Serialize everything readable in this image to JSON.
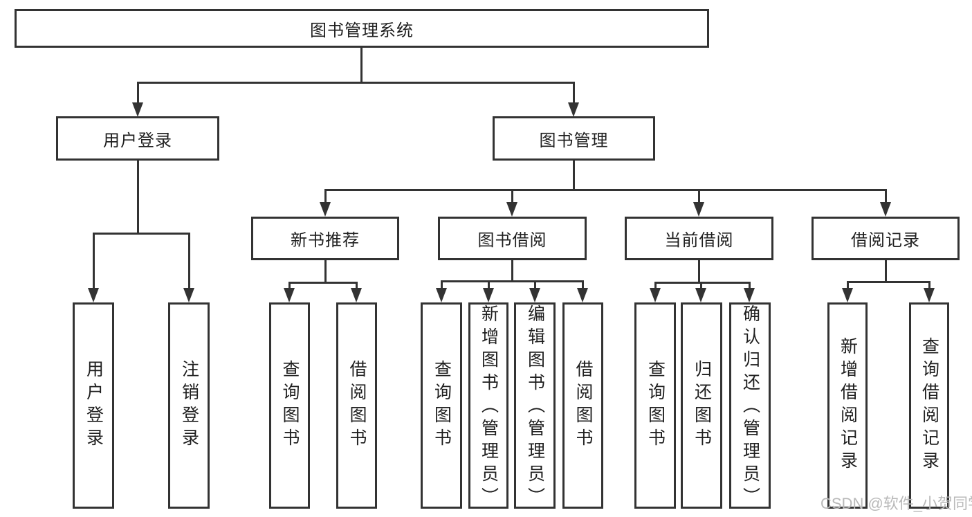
{
  "diagram": {
    "title": "图书管理系统",
    "watermark": "CSDN @软件_小贺同学",
    "colors": {
      "line": "#333333",
      "text": "#1f1f1f",
      "background": "#ffffff",
      "watermark": "#b9b9b9"
    },
    "root": {
      "label": "图书管理系统"
    },
    "level2": [
      {
        "label": "用户登录"
      },
      {
        "label": "图书管理"
      }
    ],
    "level3": [
      {
        "label": "新书推荐"
      },
      {
        "label": "图书借阅"
      },
      {
        "label": "当前借阅"
      },
      {
        "label": "借阅记录"
      }
    ],
    "leaves": {
      "user_login": [
        "用户登录",
        "注销登录"
      ],
      "new_books": [
        "查询图书",
        "借阅图书"
      ],
      "book_borrow": [
        "查询图书",
        "新增图书（管理员）",
        "编辑图书（管理员）",
        "借阅图书"
      ],
      "current_borrow": [
        "查询图书",
        "归还图书",
        "确认归还（管理员）"
      ],
      "borrow_records": [
        "新增借阅记录",
        "查询借阅记录"
      ]
    },
    "hierarchy_note": {
      "图书管理系统": {
        "用户登录": [
          "用户登录",
          "注销登录"
        ],
        "图书管理": {
          "新书推荐": [
            "查询图书",
            "借阅图书"
          ],
          "图书借阅": [
            "查询图书",
            "新增图书（管理员）",
            "编辑图书（管理员）",
            "借阅图书"
          ],
          "当前借阅": [
            "查询图书",
            "归还图书",
            "确认归还（管理员）"
          ],
          "借阅记录": [
            "新增借阅记录",
            "查询借阅记录"
          ]
        }
      }
    }
  }
}
